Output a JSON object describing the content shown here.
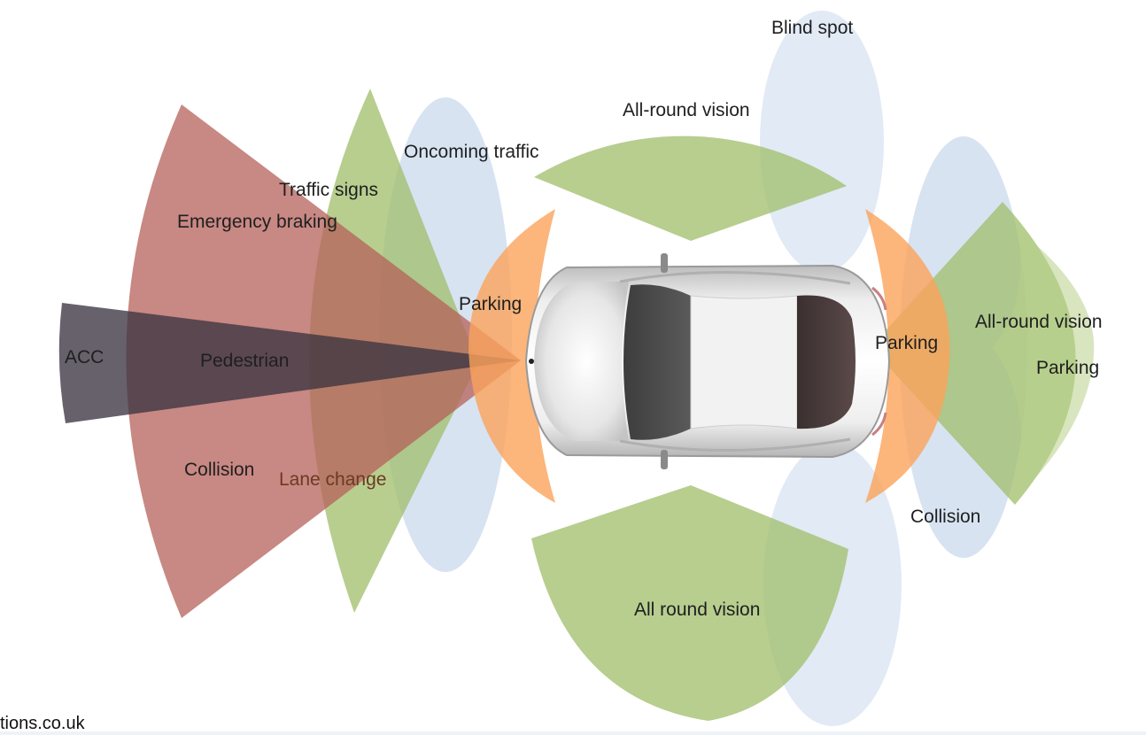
{
  "diagram": {
    "title": "Car sensor coverage zones",
    "colors": {
      "radar_long": "#4a4452",
      "radar_mid": "#b5605a",
      "camera": "#9fbd6a",
      "ultrasonic": "#fba35a",
      "blind": "#c9d9ec",
      "background": "#ffffff"
    },
    "labels": {
      "acc": "ACC",
      "pedestrian": "Pedestrian",
      "emergency_braking": "Emergency braking",
      "collision_front": "Collision",
      "traffic_signs": "Traffic signs",
      "lane_change": "Lane change",
      "oncoming_traffic": "Oncoming traffic",
      "parking_front": "Parking",
      "all_round_top": "All-round vision",
      "blind_spot": "Blind spot",
      "all_round_bottom": "All round vision",
      "parking_rear": "Parking",
      "all_round_rear": "All-round vision",
      "parking_rear_outer": "Parking",
      "collision_rear": "Collision"
    }
  },
  "footer": {
    "source_text": "tions.co.uk"
  }
}
